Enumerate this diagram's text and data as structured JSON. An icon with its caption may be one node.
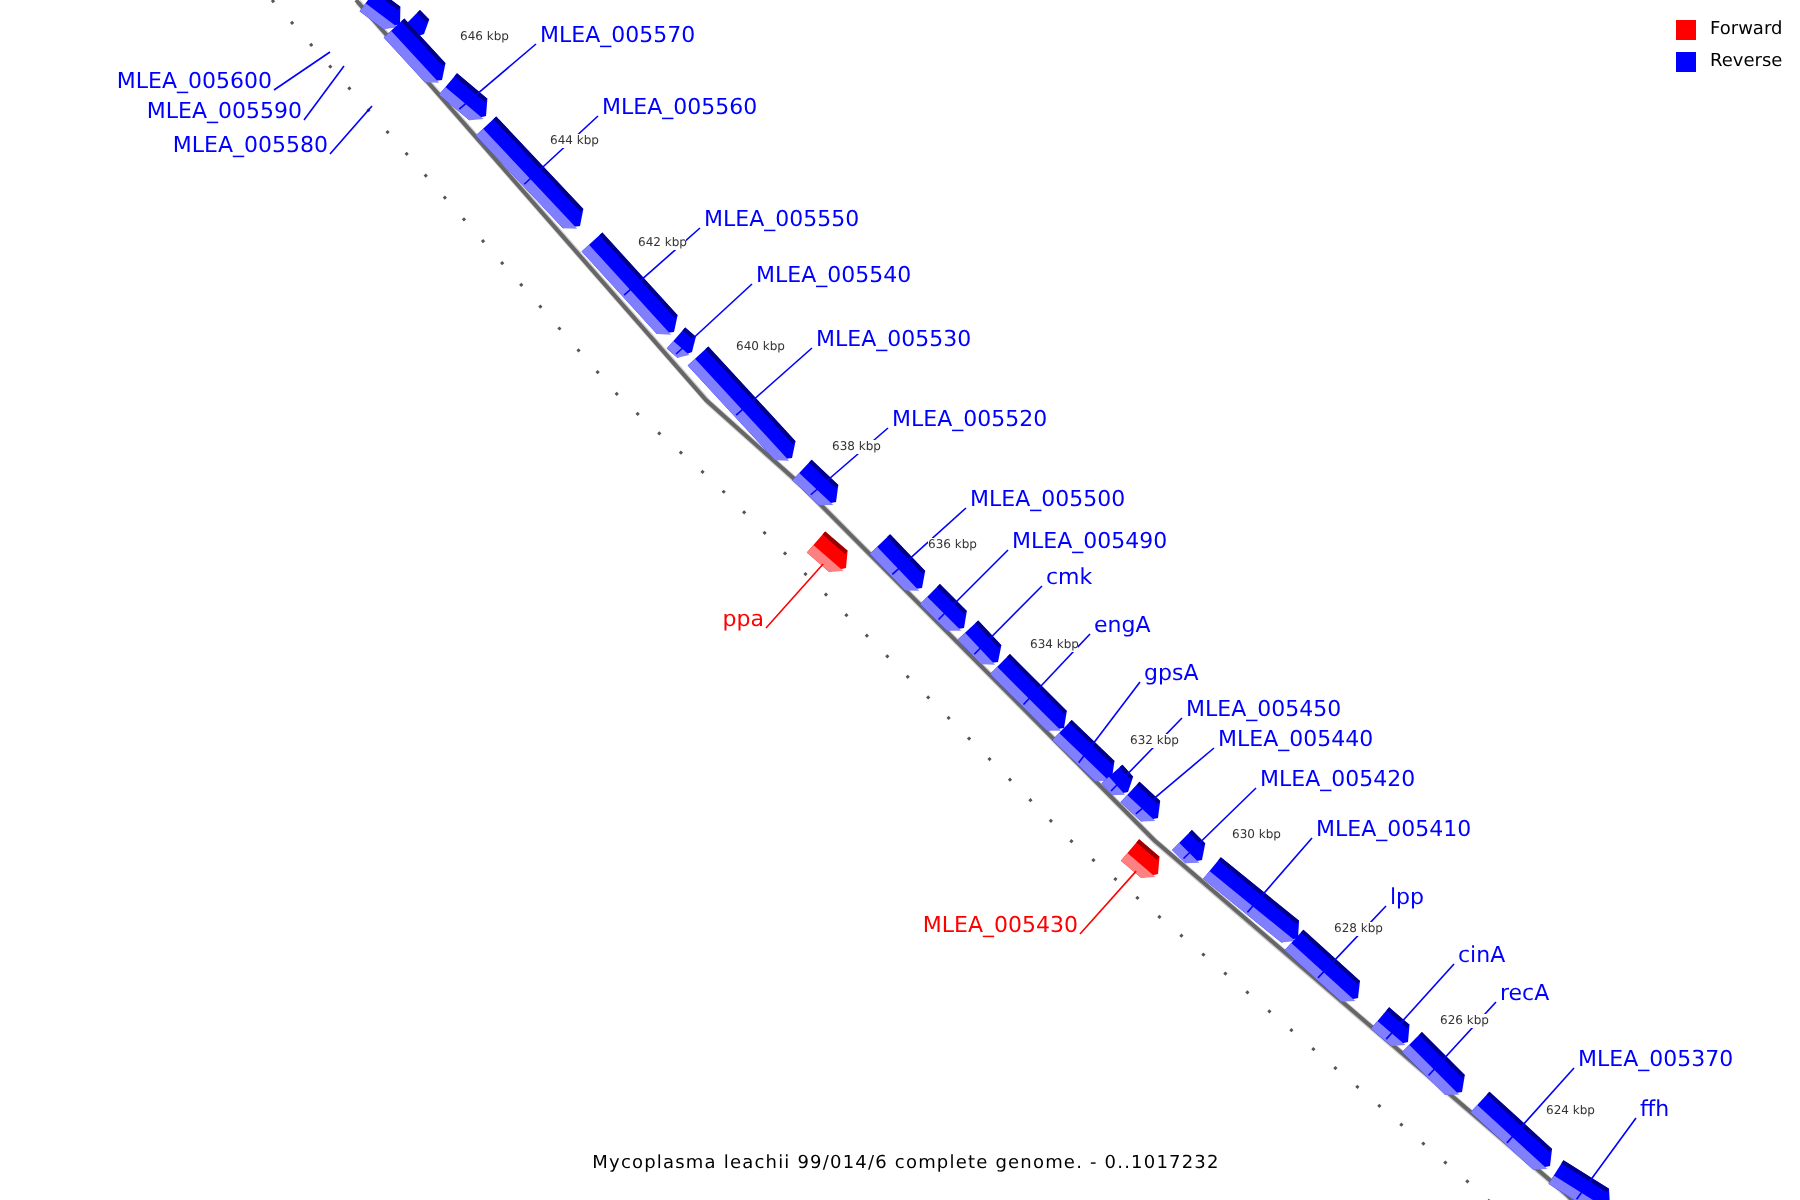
{
  "diagram": {
    "caption": "Mycoplasma leachii 99/014/6 complete genome. - 0..1017232",
    "nodes": [
      {
        "text": [
          "MLEA_005600"
        ]
      },
      {
        "text": [],
        "shape": "bar"
      },
      {
        "text": [
          "MLEA_005590"
        ]
      },
      {
        "text": [],
        "shape": "bar"
      },
      {
        "text": [
          "MLEA_005580"
        ]
      },
      {
        "text": [],
        "shape": "bar"
      },
      {
        "text": [
          "MLEA_005570"
        ]
      },
      {
        "text": [],
        "shape": "bar"
      },
      {
        "text": [
          "MLEA_005560"
        ]
      },
      {
        "text": [],
        "shape": "bar"
      },
      {
        "text": [
          "MLEA_005550"
        ]
      },
      {
        "text": [],
        "shape": "bar"
      },
      {
        "text": [
          "MLEA_005540"
        ]
      },
      {
        "text": [],
        "shape": "bar"
      },
      {
        "text": [
          "MLEA_005530"
        ]
      },
      {
        "text": [],
        "shape": "bar"
      },
      {
        "text": [
          "MLEA_005520"
        ]
      },
      {
        "text": [],
        "shape": "bar"
      },
      {
        "text": [
          "ppa"
        ]
      },
      {
        "text": [],
        "shape": "bar"
      },
      {
        "text": [
          "MLEA_005500"
        ]
      },
      {
        "text": [],
        "shape": "bar"
      },
      {
        "text": [
          "MLEA_005490"
        ]
      },
      {
        "text": [],
        "shape": "bar"
      },
      {
        "text": [
          "cmk"
        ]
      },
      {
        "text": [],
        "shape": "bar"
      },
      {
        "text": [
          "engA"
        ]
      },
      {
        "text": [],
        "shape": "bar"
      },
      {
        "text": [
          "gpsA"
        ]
      },
      {
        "text": [],
        "shape": "bar"
      },
      {
        "text": [
          "MLEA_005450"
        ]
      },
      {
        "text": [],
        "shape": "bar"
      },
      {
        "text": [
          "MLEA_005440"
        ]
      },
      {
        "text": [],
        "shape": "bar"
      },
      {
        "text": [
          "MLEA_005420"
        ]
      },
      {
        "text": [],
        "shape": "bar"
      },
      {
        "text": [
          "MLEA_005430"
        ]
      },
      {
        "text": [],
        "shape": "bar"
      },
      {
        "text": [
          "MLEA_005410"
        ]
      },
      {
        "text": [],
        "shape": "bar"
      },
      {
        "text": [
          "lpp"
        ]
      },
      {
        "text": [],
        "shape": "bar"
      },
      {
        "text": [
          "cinA"
        ]
      },
      {
        "text": [],
        "shape": "bar"
      },
      {
        "text": [
          "recA"
        ]
      },
      {
        "text": [],
        "shape": "bar"
      },
      {
        "text": [
          "MLEA_005370"
        ]
      },
      {
        "text": [],
        "shape": "bar"
      },
      {
        "text": [
          "ffh"
        ]
      },
      {
        "text": [],
        "shape": "bar"
      }
    ],
    "edges": [
      {
        "from": 0,
        "to": null,
        "arrow": "none"
      },
      {
        "from": 2,
        "to": null,
        "arrow": "none"
      },
      {
        "from": 4,
        "to": null,
        "arrow": "none"
      },
      {
        "from": 6,
        "to": 7,
        "arrow": "none"
      },
      {
        "from": 8,
        "to": 9,
        "arrow": "none"
      },
      {
        "from": 10,
        "to": 11,
        "arrow": "none"
      },
      {
        "from": 12,
        "to": 13,
        "arrow": "none"
      },
      {
        "from": 14,
        "to": 15,
        "arrow": "none"
      },
      {
        "from": 16,
        "to": 17,
        "arrow": "none"
      },
      {
        "from": 18,
        "to": 19,
        "arrow": "none",
        "color": "#ff0000"
      },
      {
        "from": 20,
        "to": 21,
        "arrow": "none"
      },
      {
        "from": 22,
        "to": 23,
        "arrow": "none"
      },
      {
        "from": 24,
        "to": 25,
        "arrow": "none"
      },
      {
        "from": 26,
        "to": 27,
        "arrow": "none"
      },
      {
        "from": 28,
        "to": 29,
        "arrow": "none"
      },
      {
        "from": 30,
        "to": 31,
        "arrow": "none"
      },
      {
        "from": 32,
        "to": 33,
        "arrow": "none"
      },
      {
        "from": 34,
        "to": 35,
        "arrow": "none"
      },
      {
        "from": 36,
        "to": 37,
        "arrow": "none",
        "color": "#ff0000"
      },
      {
        "from": 38,
        "to": 39,
        "arrow": "none"
      },
      {
        "from": 40,
        "to": 41,
        "arrow": "none"
      },
      {
        "from": 42,
        "to": 43,
        "arrow": "none"
      },
      {
        "from": 44,
        "to": 45,
        "arrow": "none"
      },
      {
        "from": 46,
        "to": 47,
        "arrow": "none"
      },
      {
        "from": 48,
        "to": 49,
        "arrow": "none"
      }
    ],
    "labels": [
      "646 kbp",
      "644 kbp",
      "642 kbp",
      "640 kbp",
      "638 kbp",
      "636 kbp",
      "634 kbp",
      "632 kbp",
      "630 kbp",
      "628 kbp",
      "626 kbp",
      "624 kbp"
    ],
    "legend": [
      {
        "text": "Forward",
        "color": "#ff0000"
      },
      {
        "text": "Reverse",
        "color": "#0000ff"
      }
    ]
  }
}
